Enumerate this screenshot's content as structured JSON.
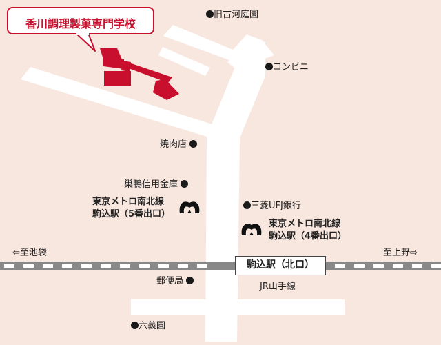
{
  "school": {
    "name": "香川調理製菓専門学校",
    "brand_color": "#c8102e"
  },
  "landmarks": {
    "kyufurukawa": "旧古河庭園",
    "convenience": "コンビニ",
    "yakiniku": "焼肉店",
    "sugamo_shinkin": "巣鴨信用金庫",
    "mufg": "三菱UFJ銀行",
    "post_office": "郵便局",
    "rikugien": "六義園"
  },
  "metro": {
    "exit5": {
      "line1": "東京メトロ南北線",
      "line2": "駒込駅（5番出口）"
    },
    "exit4": {
      "line1": "東京メトロ南北線",
      "line2": "駒込駅（4番出口）"
    }
  },
  "railway": {
    "station": "駒込駅（北口）",
    "line": "JR山手線",
    "west": "⇦至池袋",
    "east": "至上野⇨"
  },
  "colors": {
    "background": "#f8e7df",
    "road": "#ffffff",
    "rail": "#888888",
    "school": "#c8102e"
  }
}
